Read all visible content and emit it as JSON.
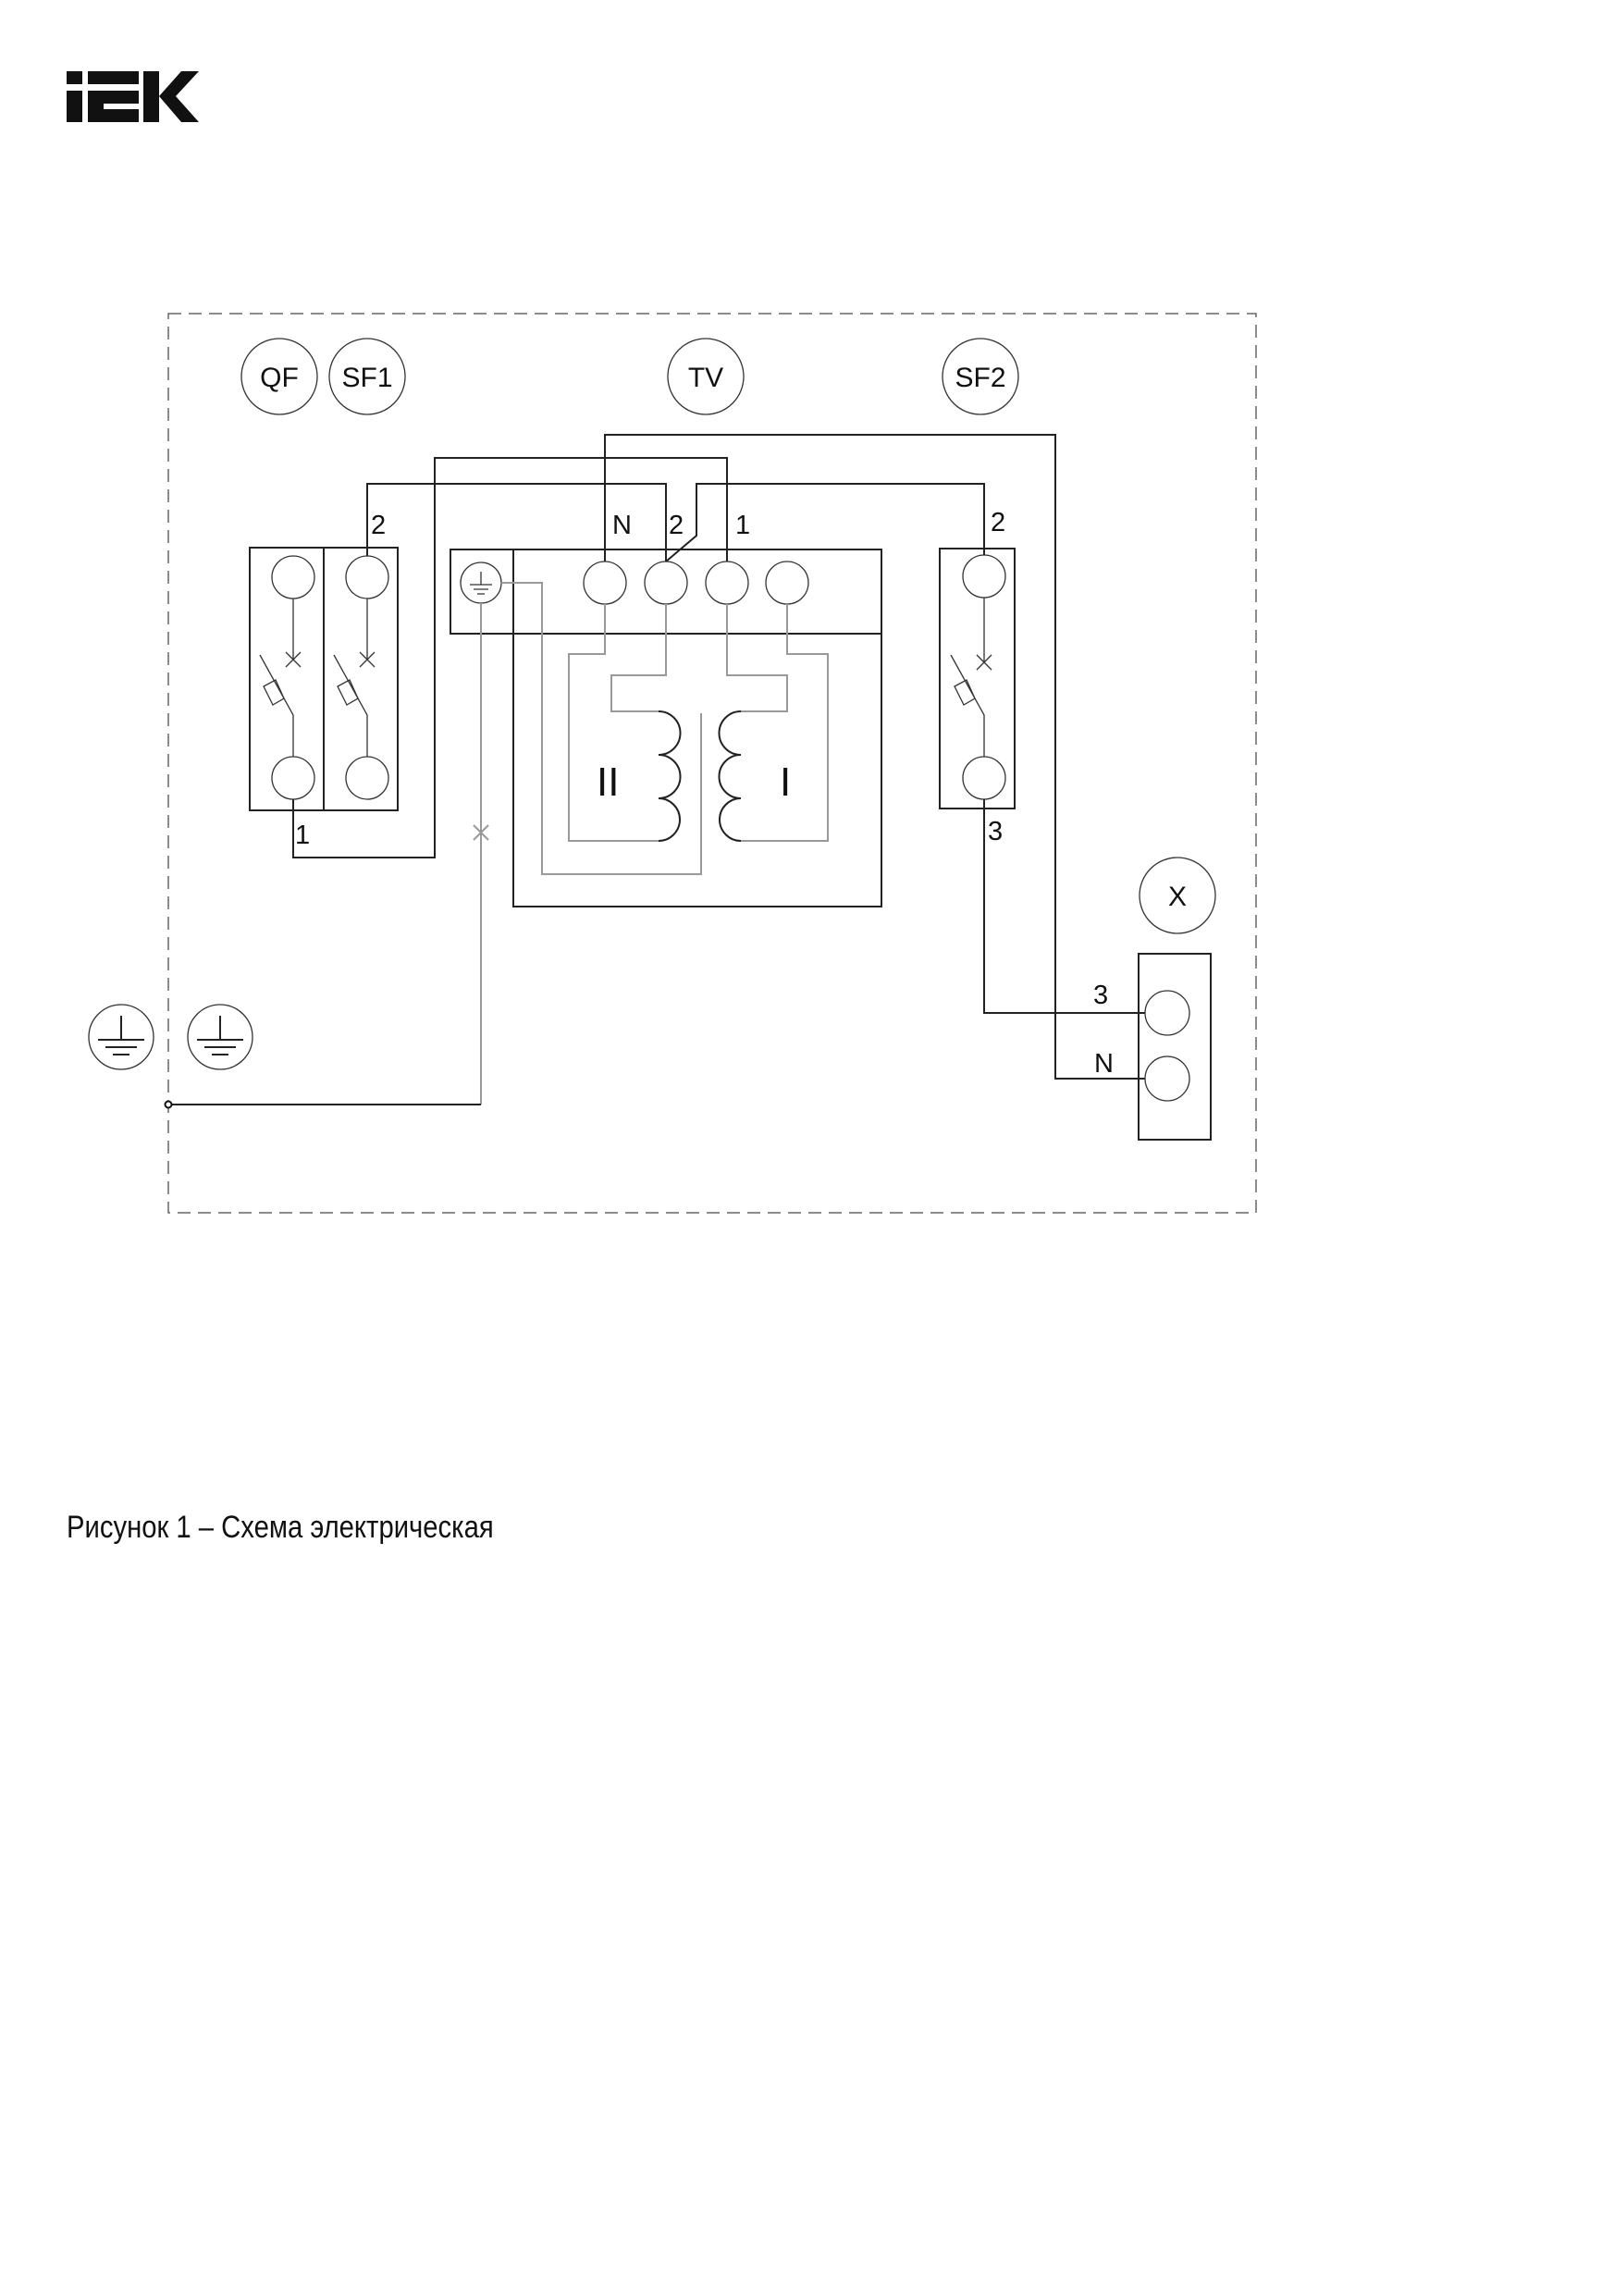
{
  "logo": {
    "text": "IEK"
  },
  "diagram": {
    "designators": {
      "qf": "QF",
      "sf1": "SF1",
      "tv": "TV",
      "sf2": "SF2",
      "x": "X"
    },
    "wire_labels": {
      "sf1_top": "2",
      "qf_bottom": "1",
      "tv_n": "N",
      "tv_2": "2",
      "tv_1": "1",
      "sf2_top": "2",
      "sf2_bottom": "3",
      "x_3": "3",
      "x_n": "N"
    },
    "winding_labels": {
      "secondary": "II",
      "primary": "I"
    }
  },
  "caption": "Рисунок 1 – Схема электрическая"
}
